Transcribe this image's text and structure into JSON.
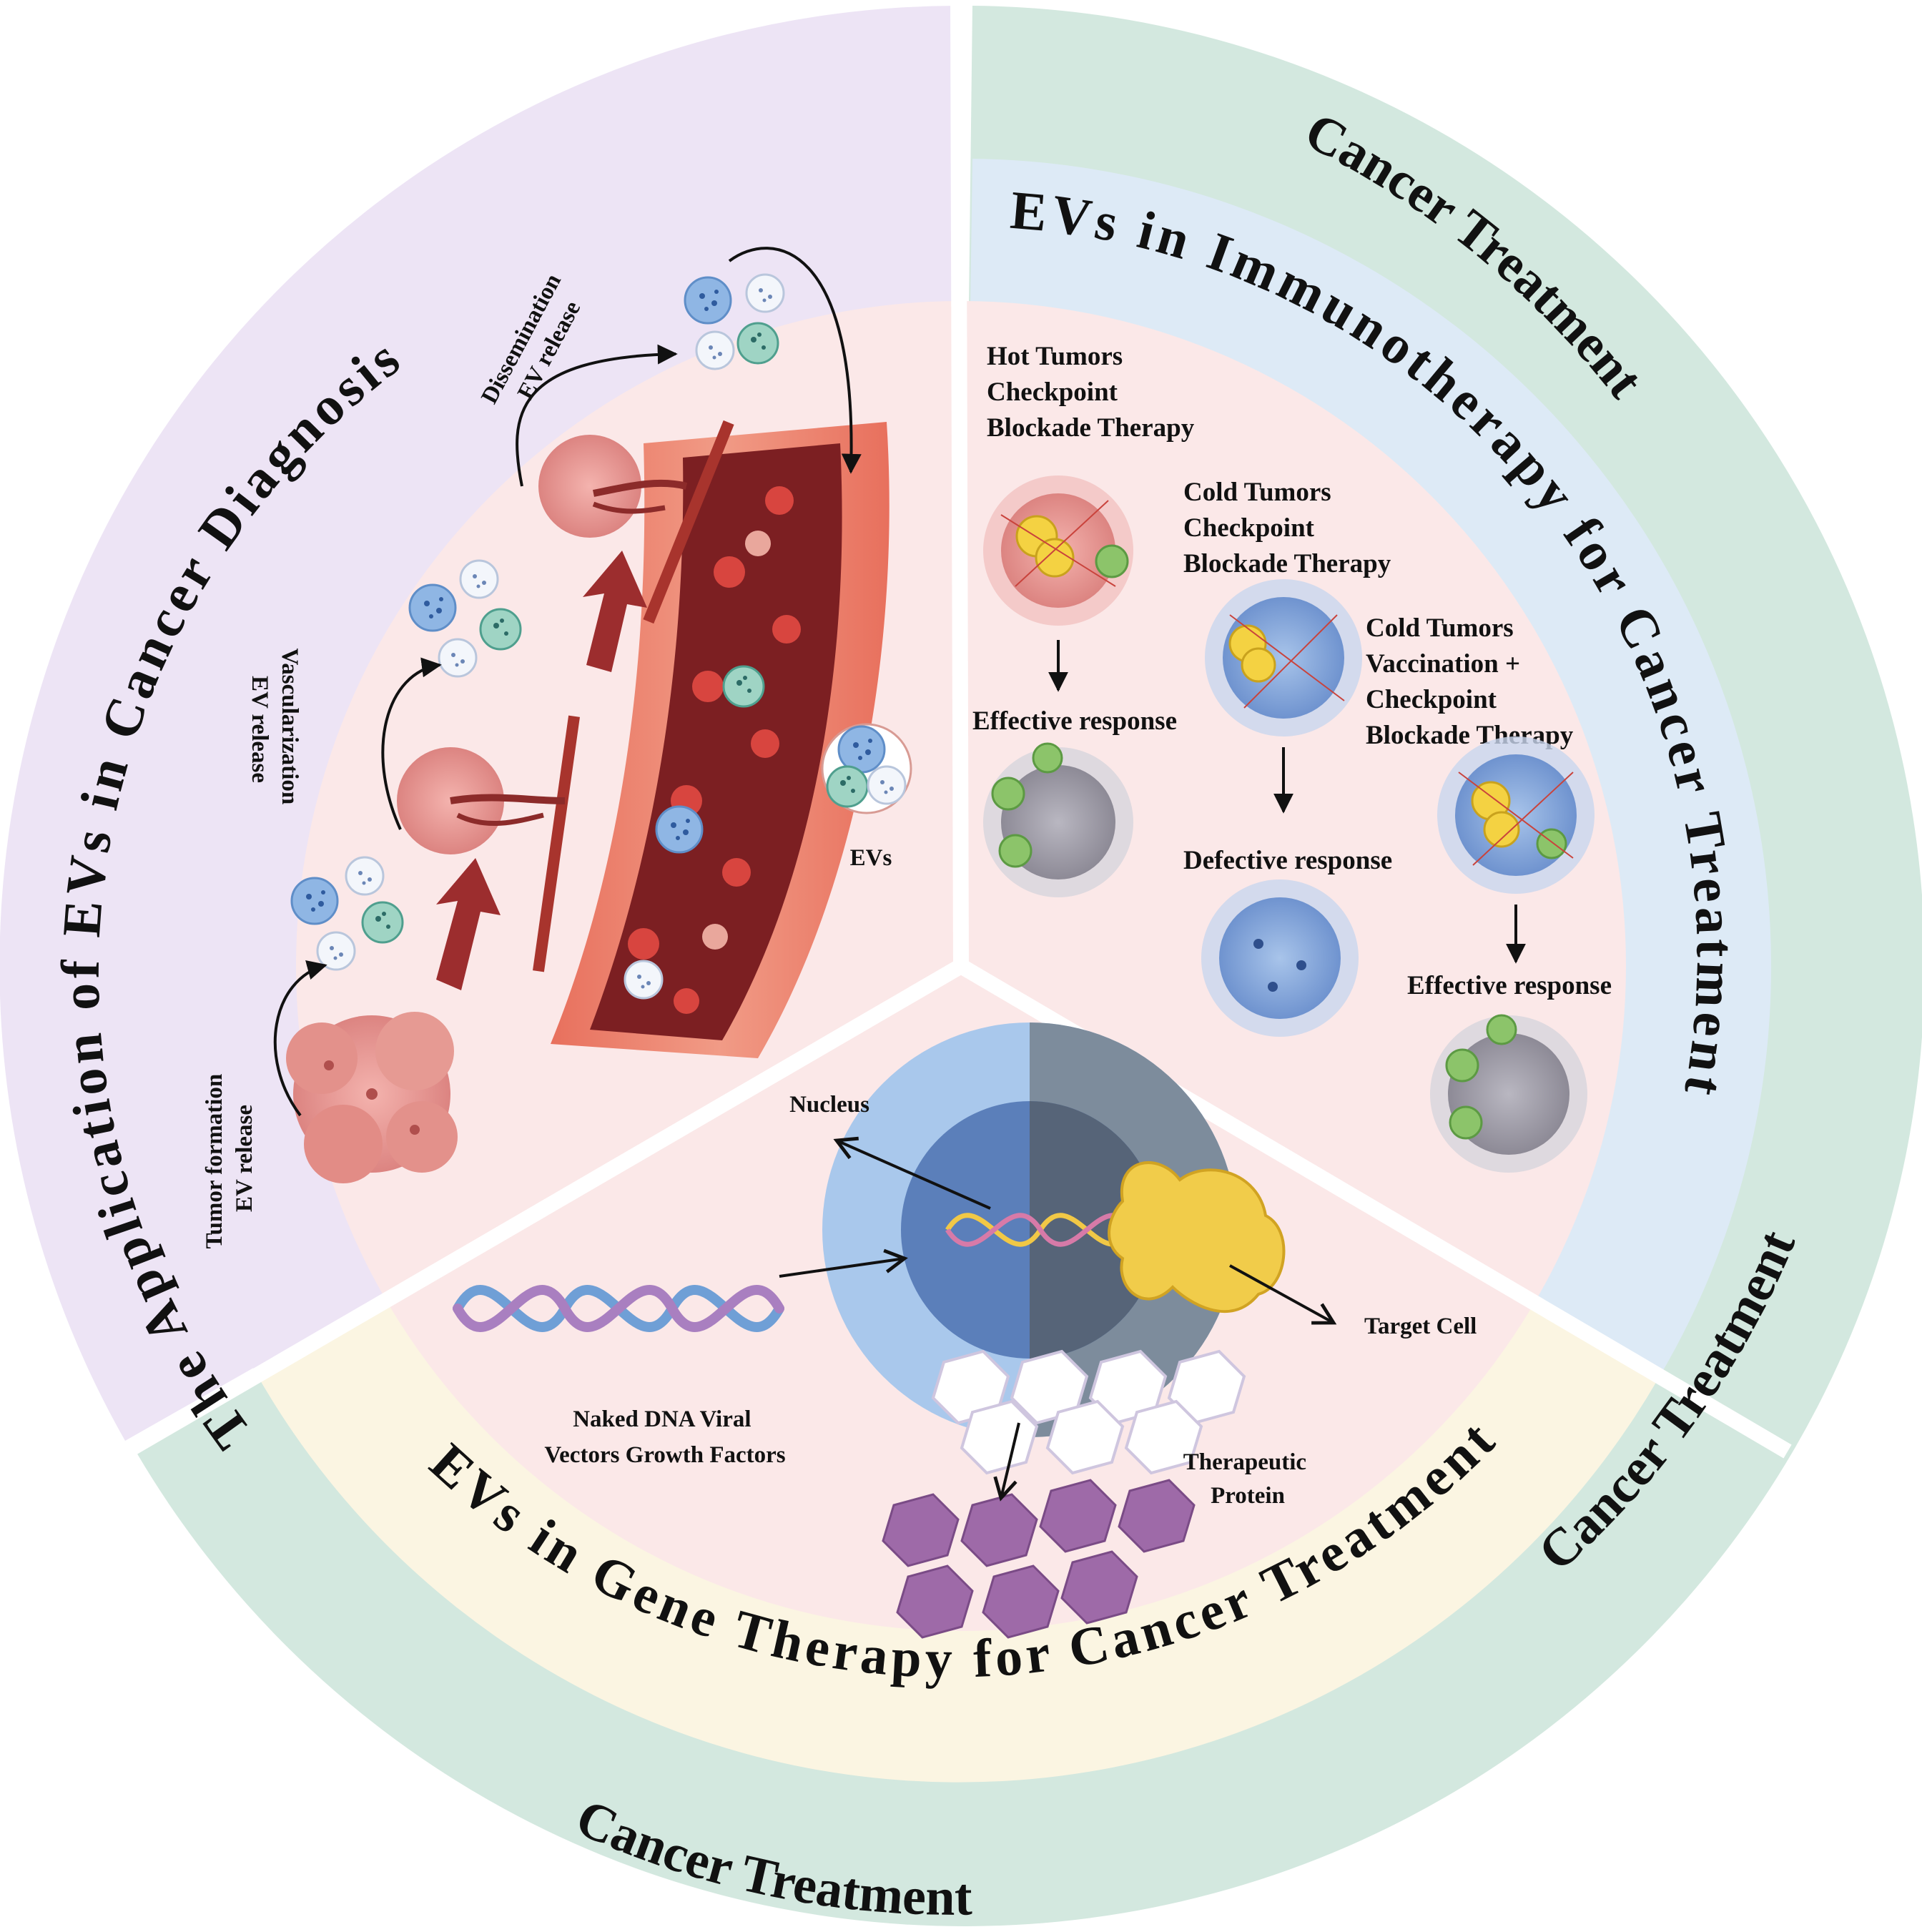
{
  "colors": {
    "outer_left": "#ede4f5",
    "outer_green": "#d3e8df",
    "ring_right": "#ddeaf6",
    "ring_bottom": "#fbf5e2",
    "inner": "#fbe8e8",
    "divider": "#ffffff"
  },
  "outer_ring": {
    "right_top": "Cancer Treatment",
    "right_side": "Cancer Treatment",
    "bottom": "Cancer Treatment"
  },
  "sections": {
    "diagnosis": {
      "title": "The Application of EVs in Cancer Diagnosis",
      "steps": [
        {
          "line1": "Tumor formation",
          "line2": "EV release"
        },
        {
          "line1": "Vascularization",
          "line2": "EV release"
        },
        {
          "line1": "Dissemination",
          "line2": "EV release"
        }
      ],
      "legend_label": "EVs"
    },
    "immunotherapy": {
      "title": "EVs in Immunotherapy for Cancer Treatment",
      "hot": [
        "Hot Tumors",
        "Checkpoint",
        "Blockade Therapy"
      ],
      "cold1": [
        "Cold Tumors",
        "Checkpoint",
        "Blockade Therapy"
      ],
      "cold2": [
        "Cold Tumors",
        "Vaccination +",
        "Checkpoint",
        "Blockade Therapy"
      ],
      "response_hot": "Effective response",
      "response_cold1": "Defective response",
      "response_cold2": "Effective response"
    },
    "gene": {
      "title": "EVs in Gene Therapy for Cancer Treatment",
      "nucleus": "Nucleus",
      "target": "Target Cell",
      "dna_line1": "Naked DNA Viral",
      "dna_line2": "Vectors Growth Factors",
      "protein_line1": "Therapeutic",
      "protein_line2": "Protein"
    }
  }
}
